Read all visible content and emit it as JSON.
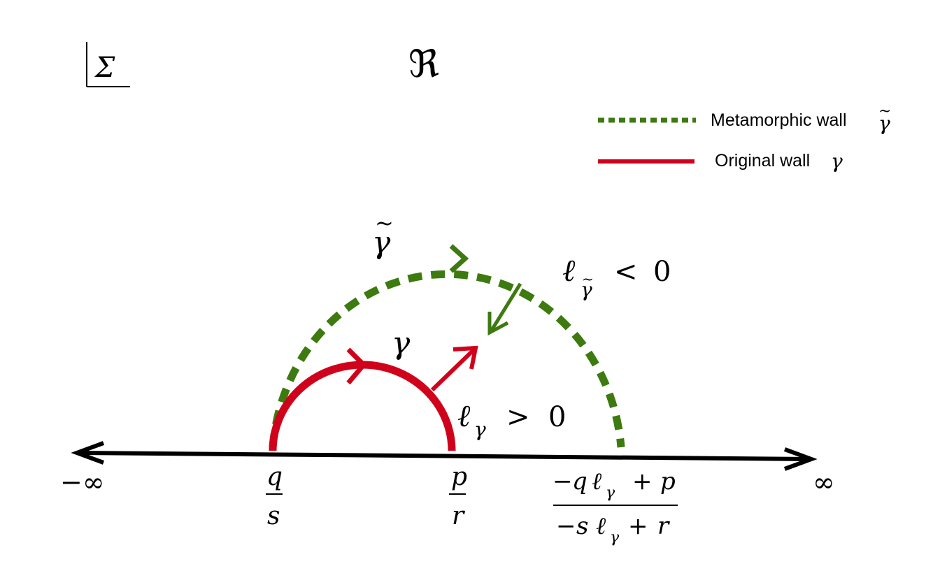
{
  "diagram": {
    "corner_symbol": "Σ",
    "domain_symbol": "ℜ",
    "legend": {
      "metamorphic": {
        "label": "Metamorphic wall",
        "symbol": "γ",
        "tilde": "~",
        "color": "#3d7a0f",
        "style": "dashed"
      },
      "original": {
        "label": "Original wall",
        "symbol": "γ",
        "color": "#d0021b",
        "style": "solid"
      }
    },
    "axis": {
      "left_label": "−∞",
      "right_label": "∞",
      "color": "#000000"
    },
    "points": {
      "q_over_s": {
        "num": "q",
        "den": "s"
      },
      "p_over_r": {
        "num": "p",
        "den": "r"
      },
      "image_point": {
        "num": {
          "minus": "−",
          "q": "q",
          "ell": "ℓ",
          "sub": "γ",
          "plus": "+",
          "p": "p"
        },
        "den": {
          "minus": "−",
          "s": "s",
          "ell": "ℓ",
          "sub": "γ",
          "plus": "+",
          "r": "r"
        }
      }
    },
    "labels": {
      "gamma": "γ",
      "gamma_tilde": {
        "symbol": "γ",
        "tilde": "~"
      },
      "ell_gamma_tilde_condition": {
        "ell": "ℓ",
        "sub": "γ",
        "sub_tilde": "~",
        "relation": "<",
        "value": "0"
      },
      "ell_gamma_condition": {
        "ell": "ℓ",
        "sub": "γ",
        "relation": ">",
        "value": "0"
      }
    }
  }
}
